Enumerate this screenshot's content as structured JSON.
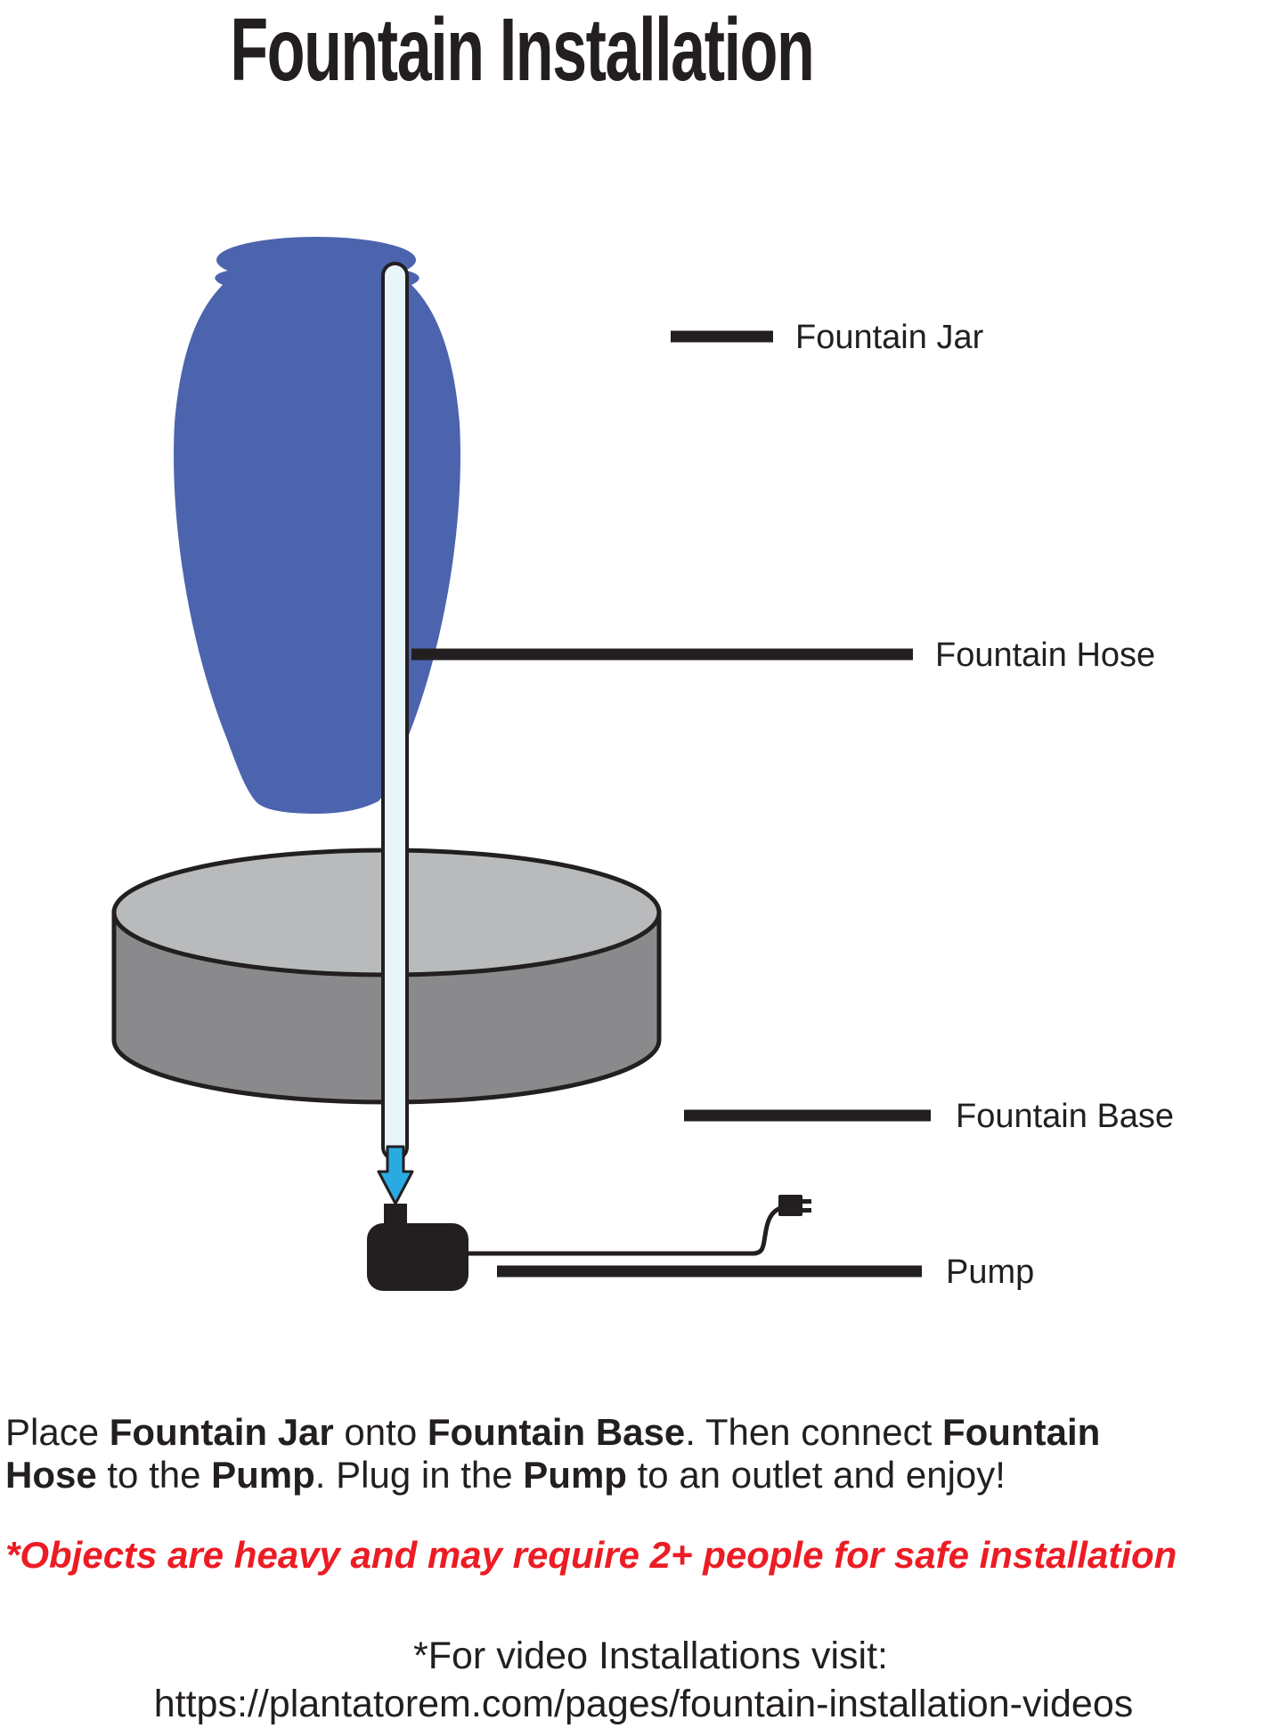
{
  "title": {
    "text": "Fountain Installation"
  },
  "colors": {
    "jar_blue": "#4c64ae",
    "hose_fill": "#e8f5fa",
    "base_top": "#b9babc",
    "base_side": "#8a8a8c",
    "outline": "#231f20",
    "arrow_blue": "#29abe2",
    "warning_red": "#ec1c24",
    "text_black": "#231f20"
  },
  "labels": {
    "jar": "Fountain Jar",
    "hose": "Fountain Hose",
    "base": "Fountain Base",
    "pump": "Pump"
  },
  "instructions": {
    "line1": [
      "Place ",
      "Fountain Jar",
      " onto ",
      "Fountain Base",
      ". Then connect ",
      "Fountain"
    ],
    "line2": [
      "Hose",
      " to the ",
      "Pump",
      ". Plug in the ",
      "Pump",
      " to an outlet and enjoy!"
    ]
  },
  "warning": {
    "text": "*Objects are heavy and may require 2+ people for safe installation"
  },
  "footer": {
    "line1": "*For video Installations visit:",
    "line2": "https://plantatorem.com/pages/fountain-installation-videos"
  }
}
